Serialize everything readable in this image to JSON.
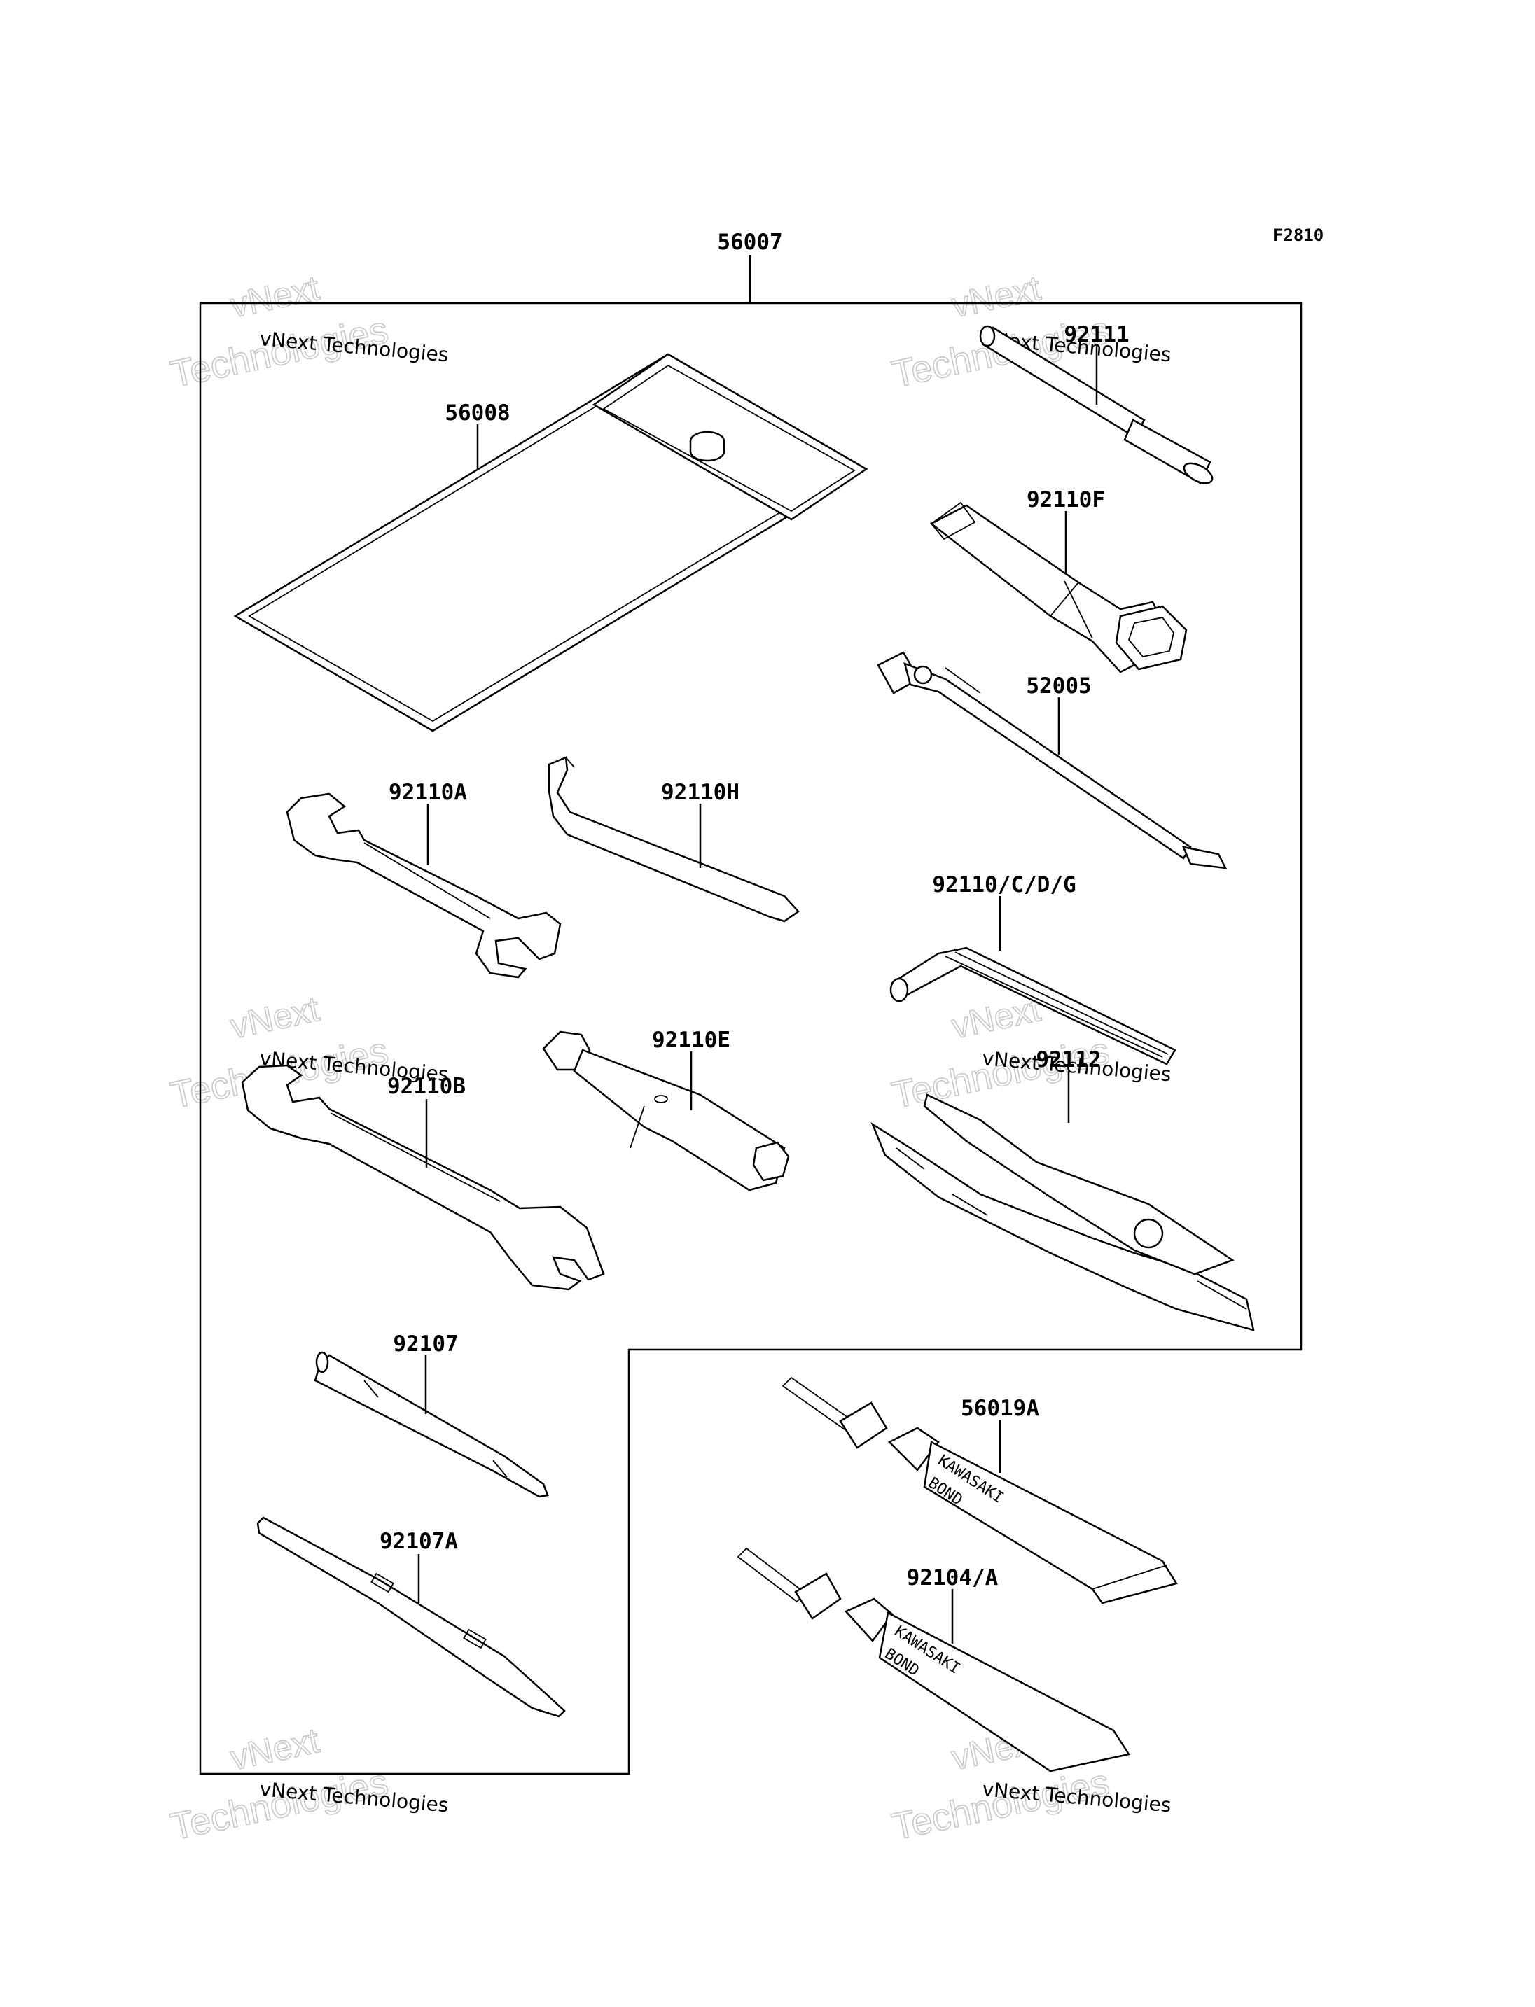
{
  "figure_code": "F2810",
  "parts": {
    "kit": "56007",
    "pouch": "56008",
    "wrench_a": "92110A",
    "hook_wrench": "92110H",
    "wrench_b": "92110B",
    "box_wrench": "92110E",
    "screwdriver_grip": "92107",
    "screwdriver": "92107A",
    "extension": "92111",
    "spark_wrench": "92110F",
    "gauge_tool": "52005",
    "hex_keys": "92110/C/D/G",
    "pliers": "92112",
    "bond_tube_a": "56019A",
    "bond_tube_b": "92104/A"
  },
  "tube_text": {
    "brand": "KAWASAKI",
    "product": "BOND"
  },
  "watermark": {
    "company": "vNext Technologies",
    "ghost_word_1": "vNext",
    "ghost_word_2": "Technologies"
  }
}
